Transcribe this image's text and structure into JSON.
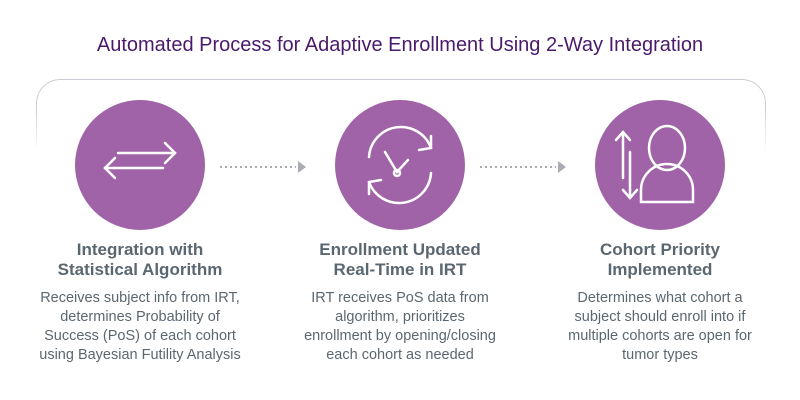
{
  "title": "Automated Process for Adaptive Enrollment Using 2-Way Integration",
  "colors": {
    "circle": "#a063a8",
    "title": "#4a1a6b",
    "text": "#5b6770",
    "arrow": "#a9adb3"
  },
  "steps": [
    {
      "icon": "two-way-arrows-icon",
      "heading1": "Integration with",
      "heading2": "Statistical Algorithm",
      "desc": [
        "Receives subject info from IRT,",
        "determines Probability of",
        "Success (PoS) of each cohort",
        "using Bayesian Futility Analysis"
      ]
    },
    {
      "icon": "clock-refresh-icon",
      "heading1": "Enrollment Updated",
      "heading2": "Real-Time in IRT",
      "desc": [
        "IRT receives PoS data from",
        "algorithm, prioritizes",
        "enrollment by opening/closing",
        "each cohort as needed"
      ]
    },
    {
      "icon": "user-sort-icon",
      "heading1": "Cohort Priority",
      "heading2": "Implemented",
      "desc": [
        "Determines what cohort a",
        "subject should enroll into if",
        "multiple cohorts are open for",
        "tumor types"
      ]
    }
  ]
}
